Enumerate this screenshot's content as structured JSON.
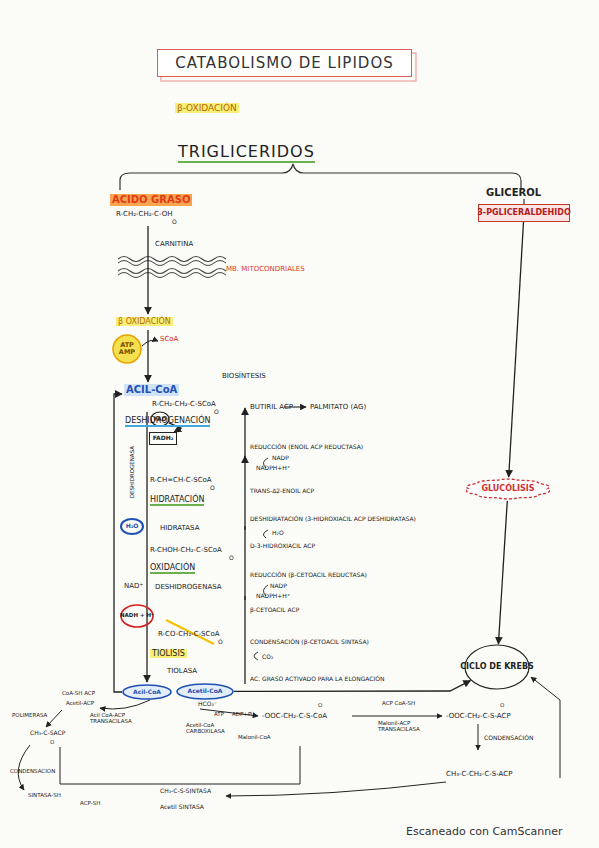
{
  "diagram": {
    "title": "CATABOLISMO DE LIPIDOS",
    "nodes": [
      {
        "text": [
          "3-PGLICERALDEHIDO"
        ]
      },
      {
        "text": [
          "ATP",
          "AMP"
        ]
      },
      {
        "text": [
          "FAD"
        ]
      },
      {
        "text": [
          "FADH₂"
        ]
      },
      {
        "text": [
          "GLUCÓLISIS"
        ]
      },
      {
        "text": [
          "H₂O"
        ]
      },
      {
        "text": [
          "NADH + H⁺"
        ]
      },
      {
        "text": [
          "CICLO DE KREBS"
        ]
      },
      {
        "text": [
          "Acil-CoA"
        ]
      },
      {
        "text": [
          "Acetil-CoA"
        ]
      }
    ],
    "edges": [
      {
        "from": 0,
        "to": 4,
        "arrow": "to"
      },
      {
        "from": 4,
        "to": 7,
        "arrow": "to"
      },
      {
        "from": 9,
        "to": 7,
        "arrow": "to"
      },
      {
        "from": 2,
        "to": 3,
        "arrow": "to"
      }
    ],
    "labels": [
      "β-OXIDACIÓN",
      "TRIGLICERIDOS",
      "ACIDO GRASO",
      "GLICEROL",
      "R-CH₂-CH₂-C-OH",
      "O",
      "CARNITINA",
      "MB. MITOCONDRIALES",
      "β OXIDACIÓN",
      "SCoA",
      "BIOSÍNTESIS",
      "ACIL-CoA",
      "R-CH₂-CH₂-C-SCoA",
      "O",
      "DESHIDROGENACIÓN",
      "DESHIDROGENASA",
      "R-CH=CH-C-SCoA",
      "O",
      "HIDRATACIÓN",
      "HIDRATASA",
      "R-CHOH-CH₂-C-SCoA",
      "O",
      "OXIDACIÓN",
      "NAD⁺",
      "DESHIDROGENASA",
      "R-CO-CH₂-C-SCoA",
      "O",
      "TIOLISIS",
      "TIOLASA",
      "BUTIRIL ACP",
      "PALMITATO (AG)",
      "REDUCCIÓN (ENOIL ACP REDUCTASA)",
      "NADP",
      "NADPH+H⁺",
      "TRANS-Δ2-ENOIL ACP",
      "DESHIDRATACIÓN (3-HIDROXIACIL ACP DESHIDRATASA)",
      "H₂O",
      "D-3-HIDROXIACIL ACP",
      "REDUCCIÓN (β-CETOACIL REDUCTASA)",
      "NADP",
      "NADPH+H⁺",
      "β-CETOACIL ACP",
      "CONDENSACIÓN (β-CETOACIL SINTASA)",
      "CO₂",
      "AC. GRASO ACTIVADO PARA LA ELONGACIÓN",
      "CoA-SH ACP",
      "Acetil-ACP",
      "POLIMERASA",
      "Acil CoA-ACP TRANSACILASA",
      "CH₃-C-SACP",
      "O",
      "CONDENSACIÓN",
      "SINTASA-SH",
      "ACP-SH",
      "HCO₃⁻",
      "ATP",
      "ADP+Pi",
      "Acetil-CoA CARBOXILASA",
      "Malonil-CoA",
      "-OOC-CH₂-C-S-CoA",
      "O",
      "ACP CoA-SH",
      "Malonil-ACP TRANSACILASA",
      "-OOC-CH₂-C-S-ACP",
      "O",
      "CONDENSACIÓN",
      "CH₃-C-CH₂-C-S-ACP",
      "CH₃-C-S-SINTASA",
      "Acetil SINTASA",
      "Escaneado con CamScanner"
    ]
  }
}
